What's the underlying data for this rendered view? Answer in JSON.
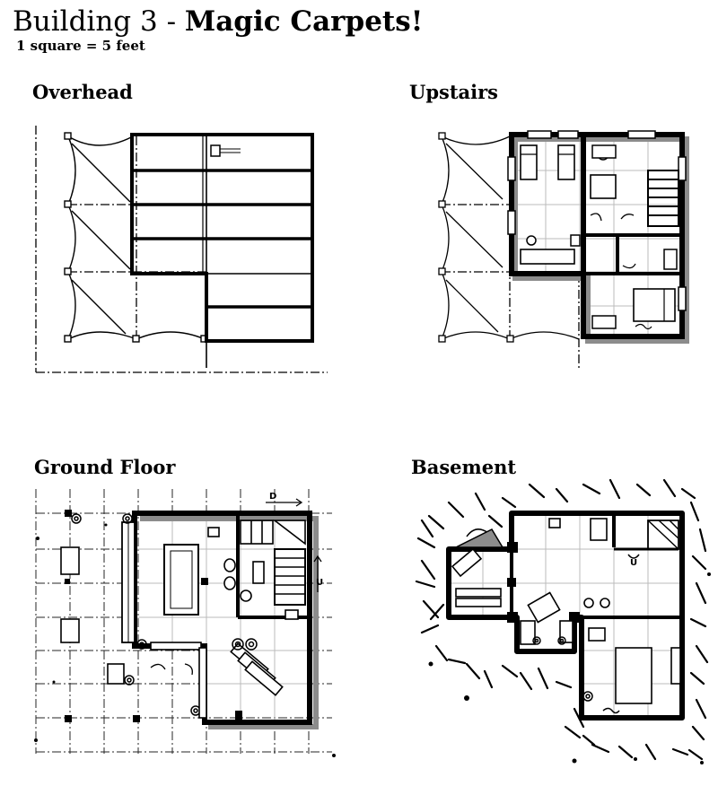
{
  "header": {
    "title_plain": "Building 3 - ",
    "title_bold": "Magic Carpets!",
    "scale": "1 square = 5 feet"
  },
  "plans": {
    "overhead": "Overhead",
    "upstairs": "Upstairs",
    "ground": "Ground Floor",
    "basement": "Basement"
  },
  "markers": {
    "down": "D",
    "up": "U"
  },
  "colors": {
    "ink": "#000000",
    "shadow": "#8c8c8c",
    "grid": "#b5b5b5",
    "paper": "#ffffff"
  }
}
